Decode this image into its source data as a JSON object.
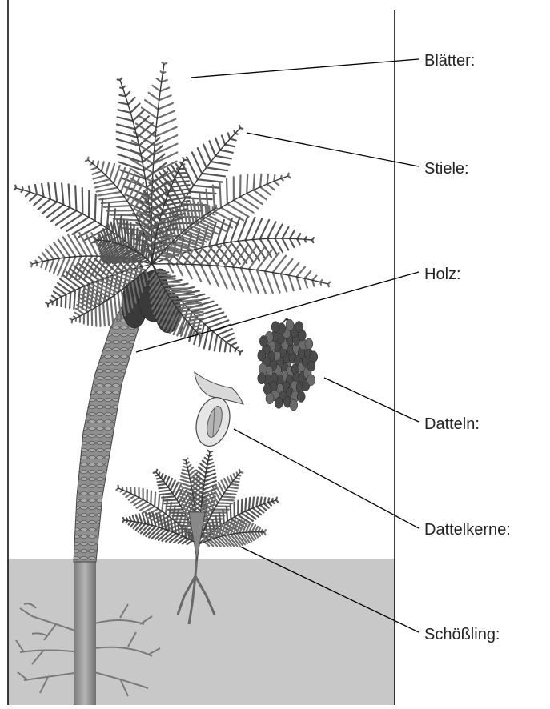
{
  "labels": {
    "leaves": "Blätter:",
    "stems": "Stiele:",
    "wood": "Holz:",
    "dates": "Datteln:",
    "date_pits": "Dattelkerne:",
    "seedling": "Schößling:"
  },
  "colors": {
    "background": "#ffffff",
    "ground": "#c8c8c8",
    "leaf_dark": "#4a4a4a",
    "leaf_light": "#9a9a9a",
    "trunk": "#a0a0a0",
    "frame_line": "#000000"
  },
  "icons": [
    "palm-tree-icon",
    "date-cluster-icon",
    "date-pit-icon",
    "seedling-icon",
    "roots-icon"
  ]
}
